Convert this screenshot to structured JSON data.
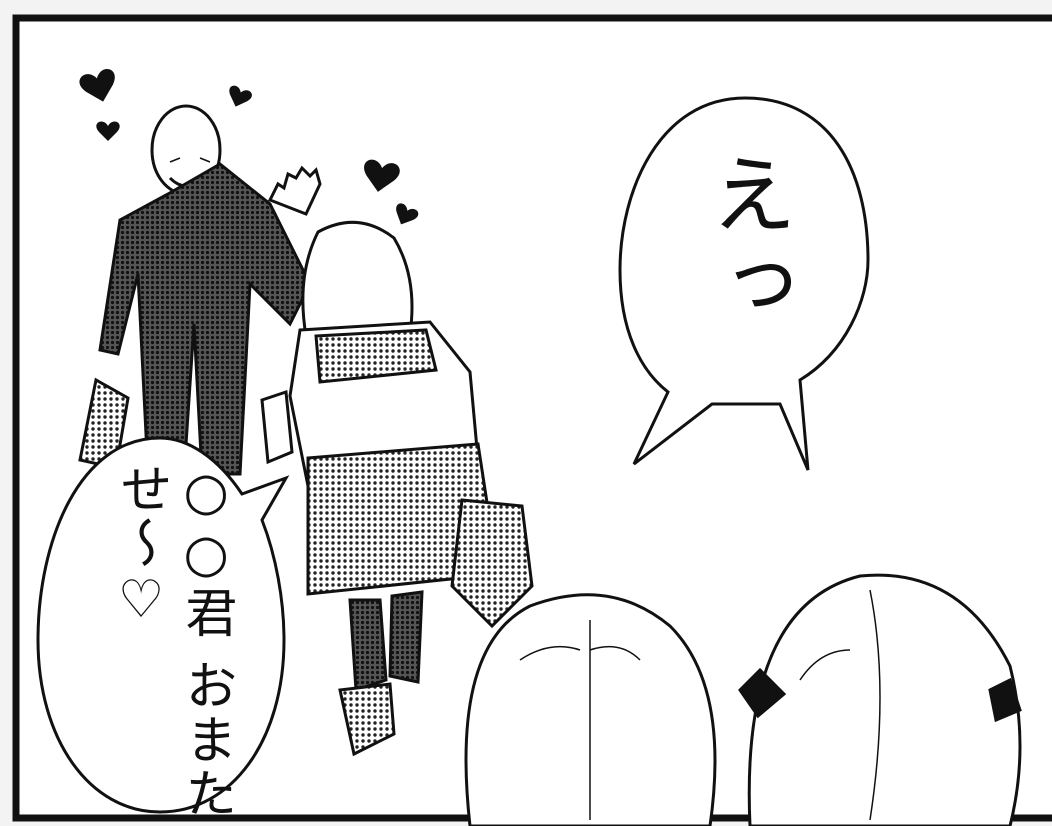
{
  "panel": {
    "speech_right": "えっ",
    "speech_left_line1": "○○君",
    "speech_left_line2": "おまたせ～♡"
  }
}
